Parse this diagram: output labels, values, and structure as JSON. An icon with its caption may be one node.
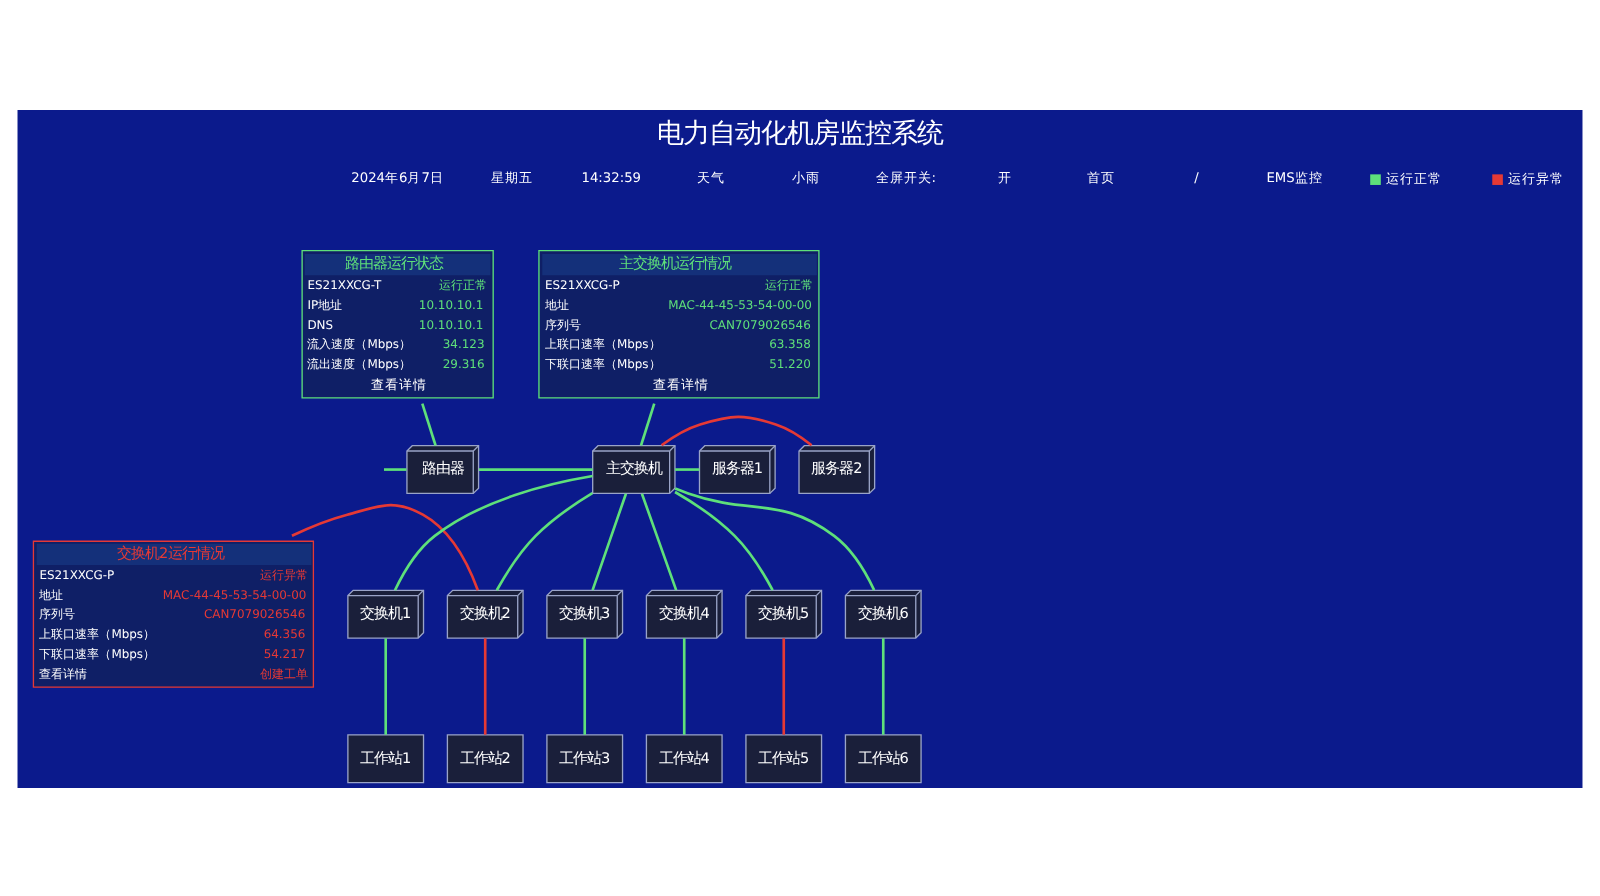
{
  "diagram": {
    "title": "电力自动化机房监控系统",
    "nodes": [
      {
        "text": [
          "路由器运行状态",
          "ES21XXCG-T",
          "运行正常",
          "IP地址",
          "10.10.10.1",
          "DNS",
          "10.10.10.1",
          "流入速度（Mbps）",
          "34.123",
          "流出速度（Mbps）",
          "29.316",
          "查看详情"
        ]
      },
      {
        "text": [
          "主交换机运行情况",
          "ES21XXCG-P",
          "运行正常",
          "地址",
          "MAC-44-45-53-54-00-00",
          "序列号",
          "CAN7079026546",
          "上联口速率（Mbps）",
          "63.358",
          "下联口速率（Mbps）",
          "51.220",
          "查看详情"
        ]
      },
      {
        "text": [
          "交换机2运行情况",
          "ES21XXCG-P",
          "运行异常",
          "地址",
          "MAC-44-45-53-54-00-00",
          "序列号",
          "CAN7079026546",
          "上联口速率（Mbps）",
          "64.356",
          "下联口速率（Mbps）",
          "54.217",
          "查看详情",
          "创建工单"
        ]
      },
      {
        "text": [
          "路由器"
        ]
      },
      {
        "text": [
          "主交换机"
        ]
      },
      {
        "text": [
          "服务器1"
        ]
      },
      {
        "text": [
          "服务器2"
        ]
      },
      {
        "text": [
          "交换机1"
        ]
      },
      {
        "text": [
          "交换机2"
        ]
      },
      {
        "text": [
          "交换机3"
        ]
      },
      {
        "text": [
          "交换机4"
        ]
      },
      {
        "text": [
          "交换机5"
        ]
      },
      {
        "text": [
          "交换机6"
        ]
      },
      {
        "text": [
          "工作站1"
        ]
      },
      {
        "text": [
          "工作站2"
        ]
      },
      {
        "text": [
          "工作站3"
        ]
      },
      {
        "text": [
          "工作站4"
        ]
      },
      {
        "text": [
          "工作站5"
        ]
      },
      {
        "text": [
          "工作站6"
        ]
      }
    ],
    "edges": [
      {
        "from": 0,
        "to": 3,
        "arrow": "none"
      },
      {
        "from": 1,
        "to": 4,
        "arrow": "none"
      },
      {
        "from": 2,
        "to": 8,
        "arrow": "none",
        "color": "#e53935"
      },
      {
        "from": null,
        "to": 3,
        "arrow": "none"
      },
      {
        "from": 3,
        "to": 4,
        "arrow": "none"
      },
      {
        "from": 4,
        "to": 5,
        "arrow": "none"
      },
      {
        "from": 4,
        "to": 6,
        "arrow": "none",
        "color": "#e53935"
      },
      {
        "from": 4,
        "to": 7,
        "arrow": "none"
      },
      {
        "from": 4,
        "to": 8,
        "arrow": "none"
      },
      {
        "from": 4,
        "to": 9,
        "arrow": "none"
      },
      {
        "from": 4,
        "to": 10,
        "arrow": "none"
      },
      {
        "from": 4,
        "to": 11,
        "arrow": "none"
      },
      {
        "from": 4,
        "to": 12,
        "arrow": "none"
      },
      {
        "from": 7,
        "to": 13,
        "arrow": "none"
      },
      {
        "from": 8,
        "to": 14,
        "arrow": "none",
        "color": "#e53935"
      },
      {
        "from": 9,
        "to": 15,
        "arrow": "none"
      },
      {
        "from": 10,
        "to": 16,
        "arrow": "none"
      },
      {
        "from": 11,
        "to": 17,
        "arrow": "none",
        "color": "#e53935"
      },
      {
        "from": 12,
        "to": 18,
        "arrow": "none"
      }
    ],
    "labels": [
      "2024年6月7日",
      "星期五",
      "14:32:59",
      "天气",
      "小雨",
      "全屏开关:",
      "开",
      "首页",
      "/",
      "EMS监控"
    ],
    "legend": [
      {
        "text": "运行正常",
        "color": "#5ee07a"
      },
      {
        "text": "运行异常",
        "color": "#e53935"
      }
    ]
  }
}
